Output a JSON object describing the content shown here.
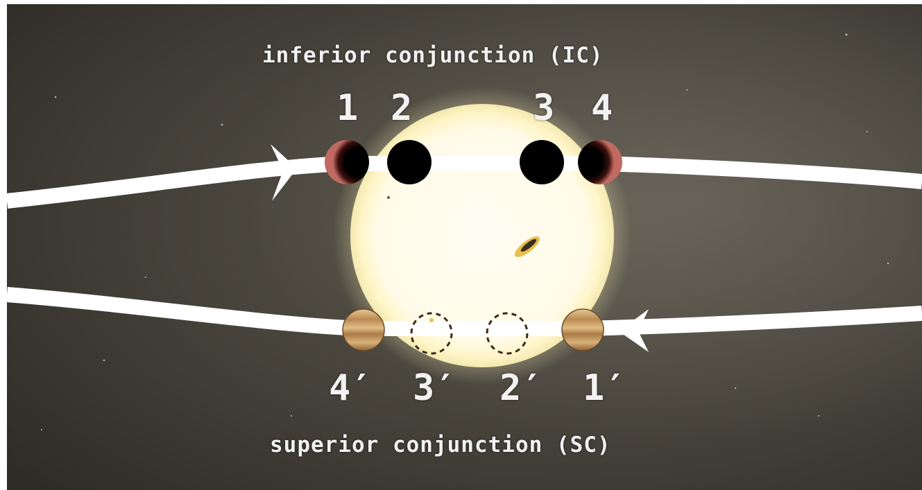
{
  "labels": {
    "inferior": "inferior conjunction (IC)",
    "superior": "superior conjunction (SC)"
  },
  "ingress_egress": {
    "top": [
      "1",
      "2",
      "3",
      "4"
    ],
    "bottom": [
      "4′",
      "3′",
      "2′",
      "1′"
    ]
  },
  "colors": {
    "background": "#3d3a31",
    "star": "#fffbe8",
    "star_glow": "#fff3b8",
    "orbit": "#ffffff",
    "planet_dark": "#000000",
    "planet_rim": "#c06a62",
    "planet_banded": "#c89a5c",
    "hidden_planet_outline": "#3a2a1a"
  },
  "icons": {
    "star": "star-icon",
    "planet": "planet-icon",
    "orbit_arrow": "arrowhead-icon"
  }
}
